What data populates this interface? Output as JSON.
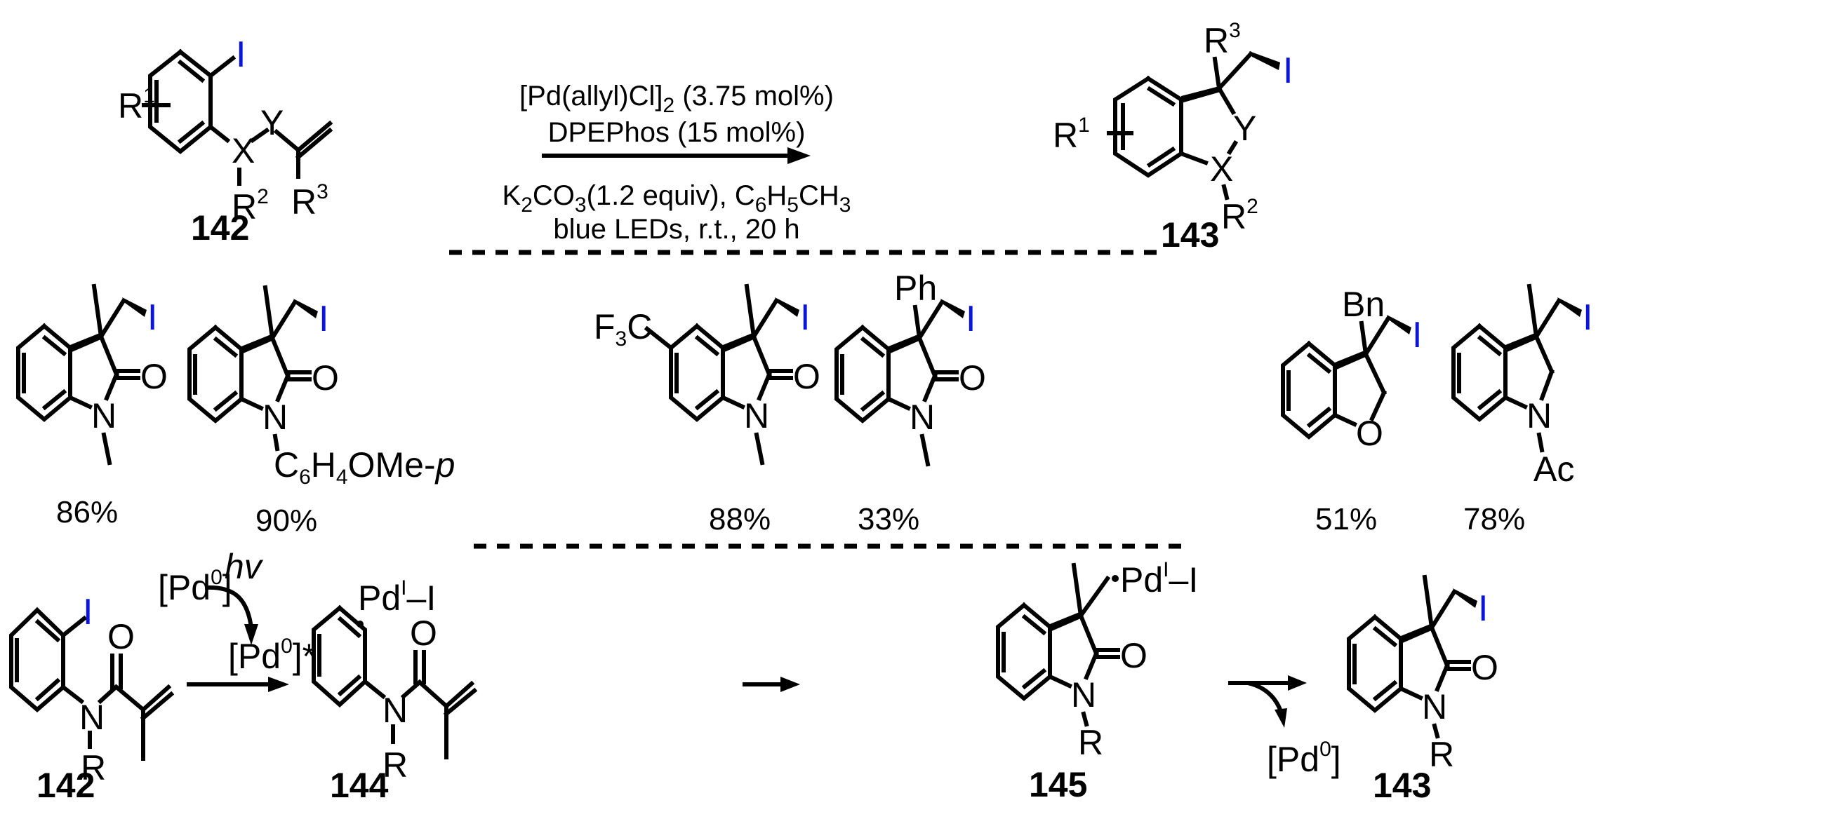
{
  "scheme": {
    "title_reaction": {
      "substrate_label": "142",
      "product_label": "143",
      "substrate_groups": {
        "r1": "R",
        "r1_sup": "1",
        "x": "X",
        "y": "Y",
        "r2": "R",
        "r2_sup": "2",
        "r3": "R",
        "r3_sup": "3",
        "iodine": "I"
      },
      "product_groups": {
        "r1": "R",
        "r1_sup": "1",
        "x": "X",
        "y": "Y",
        "r2": "R",
        "r2_sup": "2",
        "r3": "R",
        "r3_sup": "3",
        "iodine": "I"
      },
      "conditions_above": [
        {
          "pre": "[Pd(allyl)Cl]",
          "sub": "2",
          "post": " (3.75 mol%)"
        },
        {
          "pre": "DPEPhos (15 mol%)",
          "sub": "",
          "post": ""
        }
      ],
      "conditions_below": [
        {
          "text": "K2CO3(1.2 equiv), C6H5CH3",
          "parts": [
            "K",
            "2",
            "CO",
            "3",
            "(1.2 equiv), C",
            "6",
            "H",
            "5",
            "CH",
            "3"
          ]
        },
        {
          "text": "blue LEDs, r.t., 20 h"
        }
      ]
    },
    "examples": [
      {
        "id": "ex1",
        "substituent_top": "",
        "n_substituent": "",
        "ring_hetero": "N",
        "carbonyl": "O",
        "aryl_sub": "",
        "iodine": "I",
        "yield": "86%"
      },
      {
        "id": "ex2",
        "substituent_top": "",
        "n_substituent": "C6H4OMe-p",
        "n_sub_parts": [
          "C",
          "6",
          "H",
          "4",
          "OMe-",
          "p"
        ],
        "ring_hetero": "N",
        "carbonyl": "O",
        "iodine": "I",
        "yield": "90%"
      },
      {
        "id": "ex3",
        "substituent_top": "",
        "aryl_sub": "F3C",
        "aryl_sub_parts": [
          "F",
          "3",
          "C"
        ],
        "ring_hetero": "N",
        "carbonyl": "O",
        "iodine": "I",
        "yield": "88%"
      },
      {
        "id": "ex4",
        "substituent_top": "Ph",
        "ring_hetero": "N",
        "carbonyl": "O",
        "iodine": "I",
        "yield": "33%"
      },
      {
        "id": "ex5",
        "substituent_top": "Bn",
        "ring_hetero": "O",
        "iodine": "I",
        "yield": "51%"
      },
      {
        "id": "ex6",
        "substituent_top": "",
        "ring_hetero": "N",
        "n_substituent": "Ac",
        "iodine": "I",
        "yield": "78%"
      }
    ],
    "mechanism": {
      "start_label": "142",
      "intermediate1_label": "144",
      "intermediate2_label": "145",
      "product_label": "143",
      "catalyst": {
        "pre": "[Pd",
        "sup": "0",
        "post": "]"
      },
      "light": "hv",
      "excited_catalyst": {
        "pre": "[Pd",
        "sup": "0",
        "post": "]*"
      },
      "regenerated_catalyst": {
        "pre": "[Pd",
        "sup": "0",
        "post": "]"
      },
      "pd_iodide": {
        "pre": "Pd",
        "sup": "I",
        "post": "–I"
      },
      "atoms": {
        "n": "N",
        "o": "O",
        "r": "R",
        "iodine": "I"
      }
    },
    "colors": {
      "iodine": "#0a14e0",
      "bonds": "#000000",
      "background": "#ffffff"
    }
  }
}
